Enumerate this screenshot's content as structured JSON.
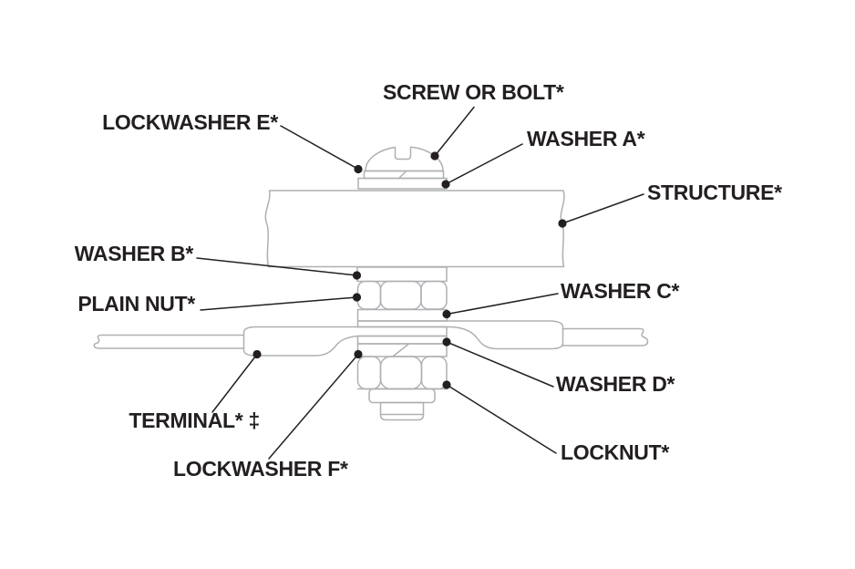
{
  "figure": {
    "type": "exploded-hardware-assembly-diagram",
    "background_color": "#ffffff",
    "label_color": "#231f20",
    "hardware_line_color": "#aeb0b3",
    "labels": [
      {
        "id": "screw-or-bolt",
        "text": "SCREW OR BOLT*"
      },
      {
        "id": "lockwasher-e",
        "text": "LOCKWASHER E*"
      },
      {
        "id": "washer-a",
        "text": "WASHER A*"
      },
      {
        "id": "structure",
        "text": "STRUCTURE*"
      },
      {
        "id": "washer-b",
        "text": "WASHER B*"
      },
      {
        "id": "plain-nut",
        "text": "PLAIN NUT*"
      },
      {
        "id": "washer-c",
        "text": "WASHER C*"
      },
      {
        "id": "terminal",
        "text": "TERMINAL* ‡"
      },
      {
        "id": "washer-d",
        "text": "WASHER D*"
      },
      {
        "id": "lockwasher-f",
        "text": "LOCKWASHER F*"
      },
      {
        "id": "locknut",
        "text": "LOCKNUT*"
      }
    ]
  }
}
